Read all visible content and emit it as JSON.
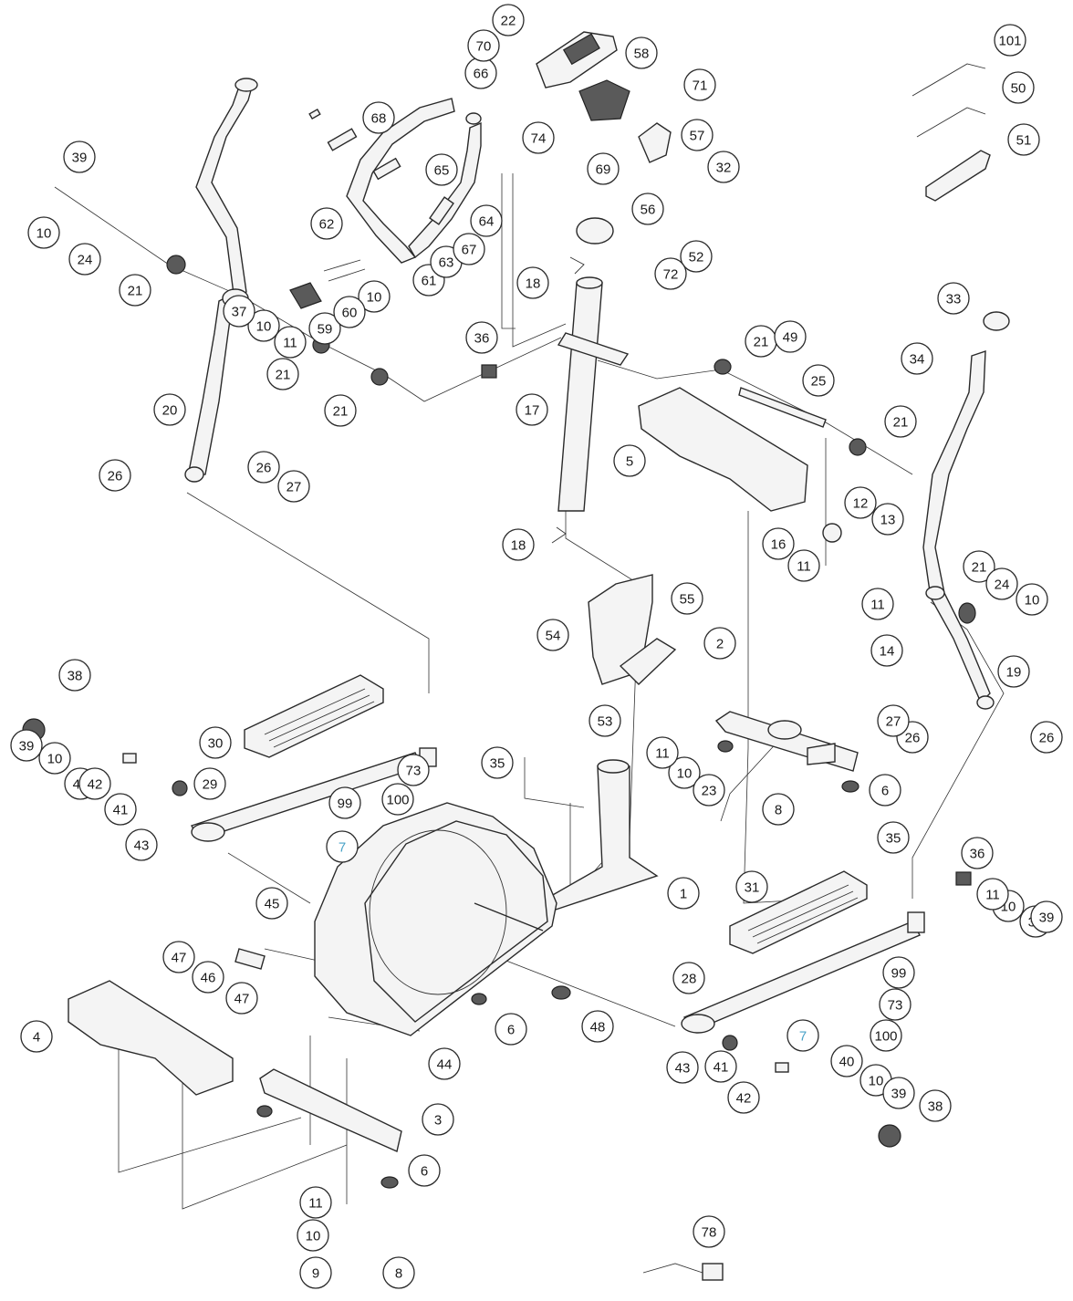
{
  "labels": {
    "l1": "1",
    "l2": "2",
    "l3": "3",
    "l4": "4",
    "l5": "5",
    "l6a": "6",
    "l6b": "6",
    "l6c": "6",
    "l7a": "7",
    "l7b": "7",
    "l8a": "8",
    "l8b": "8",
    "l9": "9",
    "l10a": "10",
    "l10b": "10",
    "l10c": "10",
    "l10d": "10",
    "l10e": "10",
    "l10f": "10",
    "l10g": "10",
    "l10h": "10",
    "l10i": "10",
    "l11a": "11",
    "l11b": "11",
    "l11c": "11",
    "l11d": "11",
    "l11e": "11",
    "l11f": "11",
    "l12": "12",
    "l13": "13",
    "l14": "14",
    "l16": "16",
    "l17": "17",
    "l18a": "18",
    "l18b": "18",
    "l19": "19",
    "l20": "20",
    "l21a": "21",
    "l21b": "21",
    "l21c": "21",
    "l21d": "21",
    "l21e": "21",
    "l21f": "21",
    "l22": "22",
    "l23": "23",
    "l24a": "24",
    "l24b": "24",
    "l25": "25",
    "l26a": "26",
    "l26b": "26",
    "l26c": "26",
    "l26d": "26",
    "l27a": "27",
    "l27b": "27",
    "l28": "28",
    "l29": "29",
    "l30": "30",
    "l31": "31",
    "l32": "32",
    "l33": "33",
    "l34": "34",
    "l35a": "35",
    "l35b": "35",
    "l36a": "36",
    "l36b": "36",
    "l37a": "37",
    "l37b": "37",
    "l38a": "38",
    "l38b": "38",
    "l39a": "39",
    "l39b": "39",
    "l39c": "39",
    "l39d": "39",
    "l40a": "40",
    "l40b": "40",
    "l41a": "41",
    "l41b": "41",
    "l42a": "42",
    "l42b": "42",
    "l43a": "43",
    "l43b": "43",
    "l44": "44",
    "l45": "45",
    "l46": "46",
    "l47a": "47",
    "l47b": "47",
    "l48": "48",
    "l49": "49",
    "l50": "50",
    "l51": "51",
    "l52": "52",
    "l53": "53",
    "l54": "54",
    "l55": "55",
    "l56": "56",
    "l57": "57",
    "l58": "58",
    "l59": "59",
    "l60": "60",
    "l61": "61",
    "l62": "62",
    "l63": "63",
    "l64": "64",
    "l65": "65",
    "l66": "66",
    "l67": "67",
    "l68": "68",
    "l69": "69",
    "l70": "70",
    "l71": "71",
    "l72": "72",
    "l73a": "73",
    "l73b": "73",
    "l74": "74",
    "l78": "78",
    "l99a": "99",
    "l99b": "99",
    "l100a": "100",
    "l100b": "100",
    "l101": "101"
  },
  "colors": {
    "accent_label": "#4aa3c8",
    "line": "#2a2a2a"
  }
}
